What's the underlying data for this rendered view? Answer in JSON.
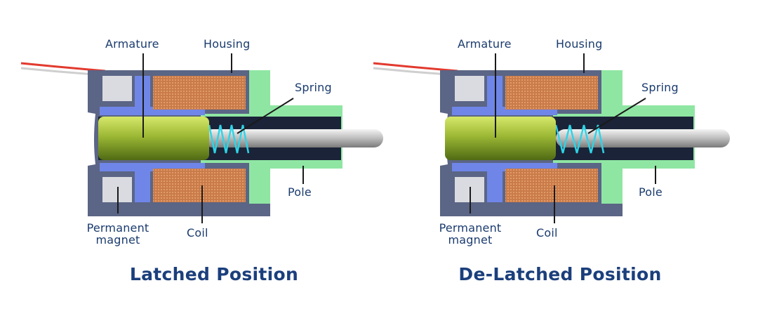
{
  "diagrams": [
    {
      "state": "latched",
      "caption": "Latched Position",
      "labels": {
        "armature": "Armature",
        "housing": "Housing",
        "spring": "Spring",
        "pole": "Pole",
        "permanent_magnet_line1": "Permanent",
        "permanent_magnet_line2": "magnet",
        "coil": "Coil"
      }
    },
    {
      "state": "de-latched",
      "caption": "De-Latched Position",
      "labels": {
        "armature": "Armature",
        "housing": "Housing",
        "spring": "Spring",
        "pole": "Pole",
        "permanent_magnet_line1": "Permanent",
        "permanent_magnet_line2": "magnet",
        "coil": "Coil"
      }
    }
  ],
  "colors": {
    "housing": "#5b6585",
    "pole": "#8fe6a3",
    "coil": "#c97b49",
    "armature": "#9cb834",
    "spring": "#2fd4e6",
    "magnet": "#d9dbe0",
    "inner_liner": "#6f86e8",
    "text": "#1a3b6e",
    "wire_red": "#e23a2e"
  }
}
